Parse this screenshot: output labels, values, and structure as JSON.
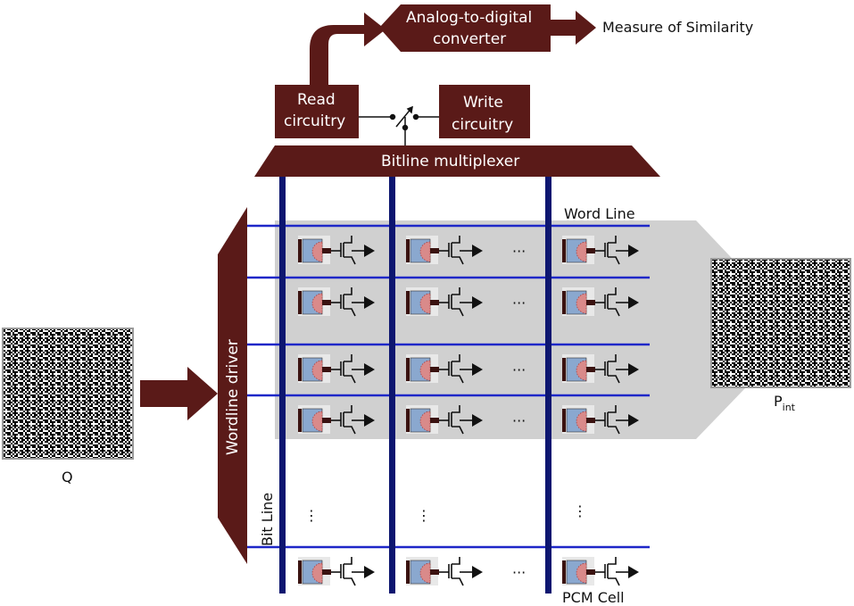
{
  "labels": {
    "adc_line1": "Analog-to-digital",
    "adc_line2": "converter",
    "measure": "Measure of Similarity",
    "read_line1": "Read",
    "read_line2": "circuitry",
    "write_line1": "Write",
    "write_line2": "circuitry",
    "bitline_mux": "Bitline multiplexer",
    "word_line": "Word Line",
    "wordline_driver": "Wordline driver",
    "bit_line": "Bit Line",
    "pcm_cell": "PCM Cell",
    "q": "Q",
    "p_main": "P",
    "p_sub": "int",
    "ellipsis_h": "···",
    "ellipsis_v": "⋮"
  },
  "colors": {
    "block": "#5a1a18",
    "bitline": "#0d1670",
    "wordline": "#1e27c8",
    "array_bg": "#d0d0d0",
    "pcm_box": "#8aa8cf",
    "pcm_dome": "#d98a8a"
  },
  "icons": {
    "pcm_cell": "pcm-cell-icon",
    "transistor": "transistor-icon",
    "switch": "switch-icon",
    "arrow": "arrow-icon"
  }
}
